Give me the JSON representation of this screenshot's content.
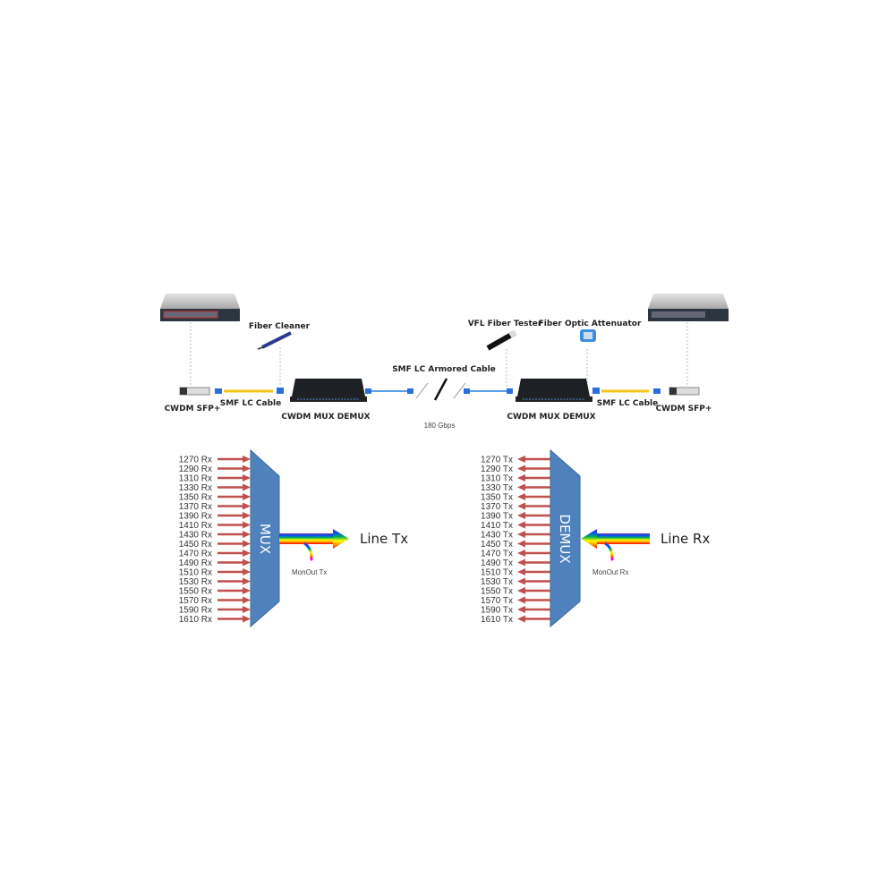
{
  "topology": {
    "labels": {
      "sfp_left": "CWDM SFP+",
      "cable_left": "SMF LC Cable",
      "cleaner": "Fiber Cleaner",
      "mux_left": "CWDM MUX DEMUX",
      "armored": "SMF LC Armored Cable",
      "speed": "180 Gbps",
      "vfl": "VFL Fiber Tester",
      "attenuator": "Fiber Optic Attenuator",
      "mux_right": "CWDM MUX DEMUX",
      "cable_right": "SMF LC Cable",
      "sfp_right": "CWDM SFP+"
    }
  },
  "mux": {
    "title": "MUX",
    "line_label": "Line Tx",
    "monitor_label": "MonOut Tx",
    "channels": [
      "1270 Rx",
      "1290 Rx",
      "1310 Rx",
      "1330 Rx",
      "1350 Rx",
      "1370 Rx",
      "1390 Rx",
      "1410 Rx",
      "1430 Rx",
      "1450 Rx",
      "1470 Rx",
      "1490 Rx",
      "1510 Rx",
      "1530 Rx",
      "1550 Rx",
      "1570 Rx",
      "1590 Rx",
      "1610 Rx"
    ]
  },
  "demux": {
    "title": "DEMUX",
    "line_label": "Line Rx",
    "monitor_label": "MonOut Rx",
    "channels": [
      "1270 Tx",
      "1290 Tx",
      "1310 Tx",
      "1330 Tx",
      "1350 Tx",
      "1370 Tx",
      "1390 Tx",
      "1410 Tx",
      "1430 Tx",
      "1450 Tx",
      "1470 Tx",
      "1490 Tx",
      "1510 Tx",
      "1530 Tx",
      "1550 Tx",
      "1570 Tx",
      "1590 Tx",
      "1610 Tx"
    ]
  },
  "colors": {
    "block": "#4f81bd",
    "arrow": "#c0504d"
  }
}
